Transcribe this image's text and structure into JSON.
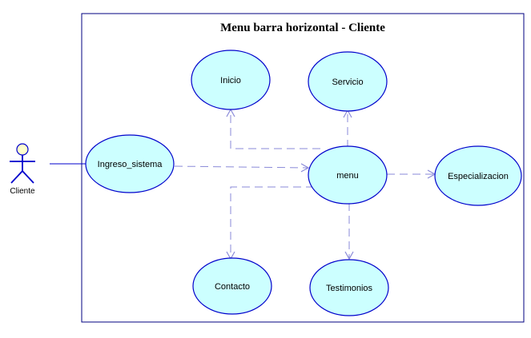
{
  "diagram": {
    "system_boundary": {
      "title": "Menu barra horizontal - Cliente"
    },
    "actor": {
      "label": "Cliente"
    },
    "use_cases": {
      "inicio": {
        "label": "Inicio"
      },
      "servicio": {
        "label": "Servicio"
      },
      "ingreso_sistema": {
        "label": "Ingreso_sistema"
      },
      "menu": {
        "label": "menu"
      },
      "especializacion": {
        "label": "Especializacion"
      },
      "contacto": {
        "label": "Contacto"
      },
      "testimonios": {
        "label": "Testimonios"
      }
    },
    "colors": {
      "ellipse_fill": "#ccffff",
      "ellipse_stroke": "#0000cc",
      "boundary_stroke": "#000080",
      "actor_head_fill": "#ffffcc",
      "actor_stroke": "#0000cc",
      "dependency_line": "#8a8ad8",
      "association_line": "#0000cc"
    }
  }
}
